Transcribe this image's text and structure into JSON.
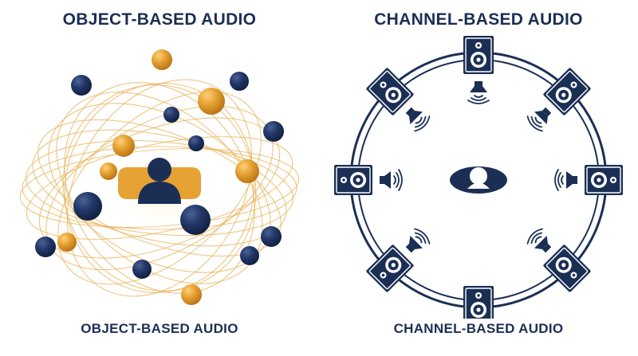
{
  "object_panel": {
    "title": "OBJECT-BASED AUDIO",
    "caption": "OBJECT-BASED AUDIO",
    "center_icon": "listener-icon",
    "objects": [
      {
        "color": "orange"
      },
      {
        "color": "navy"
      },
      {
        "color": "navy"
      },
      {
        "color": "orange"
      },
      {
        "color": "navy"
      },
      {
        "color": "navy"
      },
      {
        "color": "navy"
      },
      {
        "color": "orange"
      },
      {
        "color": "orange"
      },
      {
        "color": "orange"
      },
      {
        "color": "navy"
      },
      {
        "color": "navy"
      },
      {
        "color": "navy"
      },
      {
        "color": "orange"
      },
      {
        "color": "navy"
      },
      {
        "color": "navy"
      },
      {
        "color": "navy"
      },
      {
        "color": "orange"
      }
    ]
  },
  "channel_panel": {
    "title": "CHANNEL-BASED AUDIO",
    "caption": "CHANNEL-BASED AUDIO",
    "center_icon": "listener-icon",
    "speaker_count": 8
  },
  "colors": {
    "navy": "#1b2f55",
    "orange": "#e09a2a",
    "orbit": "#e8b35a",
    "background": "#ffffff"
  }
}
